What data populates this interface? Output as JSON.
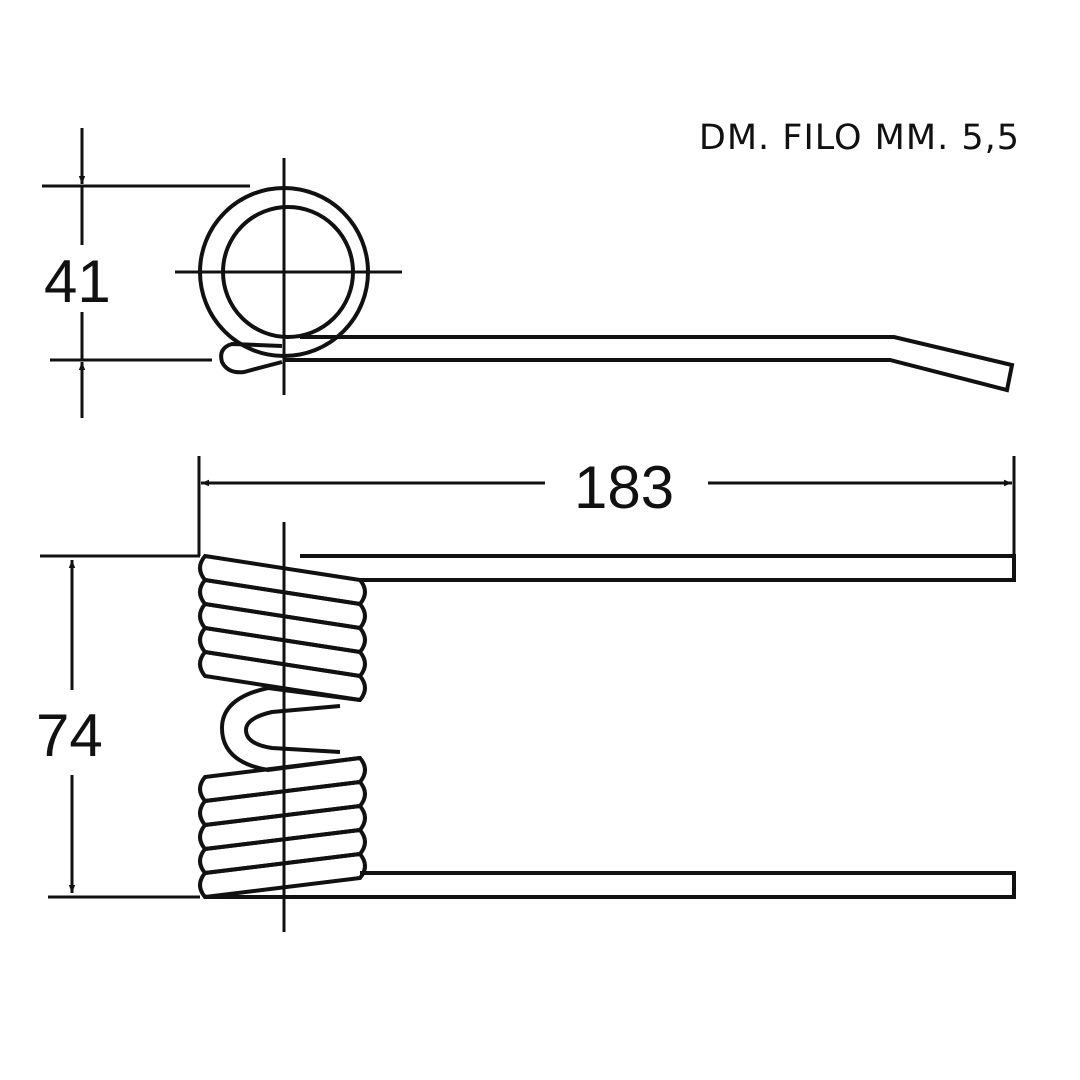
{
  "note": "DM. FILO MM. 5,5",
  "dimensions": {
    "coil_height": "41",
    "total_length": "183",
    "total_width": "74"
  },
  "colors": {
    "line": "#111111",
    "background": "#ffffff"
  }
}
